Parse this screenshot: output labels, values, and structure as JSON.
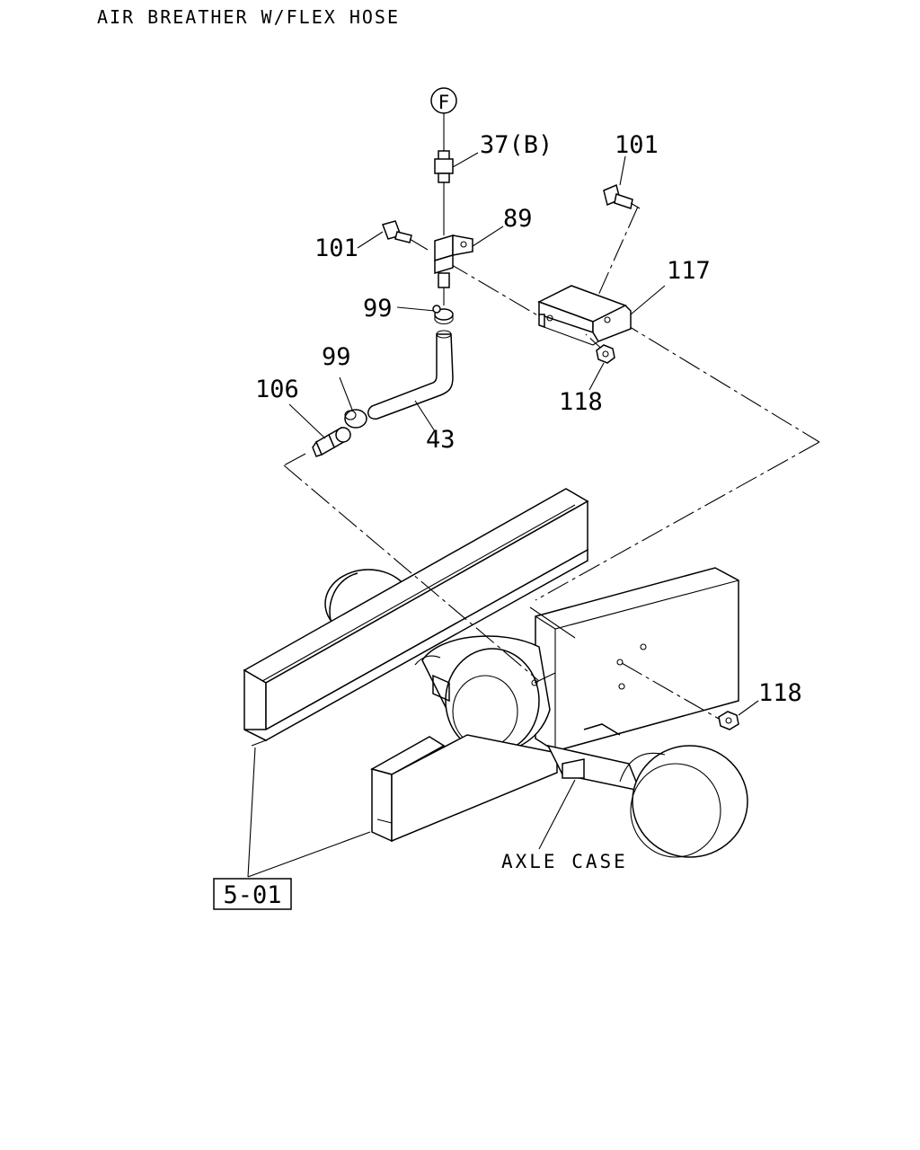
{
  "title": "AIR BREATHER W/FLEX HOSE",
  "callouts": {
    "f_marker": "F",
    "p37b": "37(B)",
    "p101_top": "101",
    "p89": "89",
    "p101_left": "101",
    "p117": "117",
    "p99_a": "99",
    "p99_b": "99",
    "p106": "106",
    "p118_top": "118",
    "p43": "43",
    "p118_right": "118",
    "axle_case": "AXLE CASE",
    "ref_box": "5-01"
  }
}
